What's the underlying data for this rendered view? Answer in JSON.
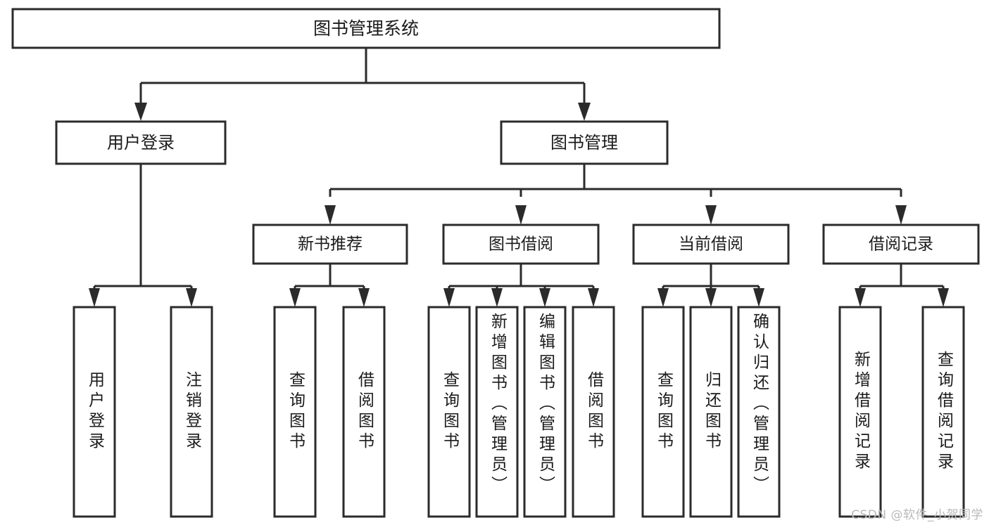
{
  "diagram": {
    "title": "图书管理系统",
    "watermark": "CSDN @软件_小贺同学",
    "colors": {
      "stroke": "#2b2b2b",
      "fill": "#ffffff",
      "background": "#ffffff",
      "watermark": "#b9b9b9"
    },
    "root": {
      "label": "图书管理系统"
    },
    "level1": [
      {
        "label": "用户登录"
      },
      {
        "label": "图书管理"
      }
    ],
    "level2": [
      {
        "label": "新书推荐"
      },
      {
        "label": "图书借阅"
      },
      {
        "label": "当前借阅"
      },
      {
        "label": "借阅记录"
      }
    ],
    "leaves": {
      "user_login": [
        {
          "label": "用户登录"
        },
        {
          "label": "注销登录"
        }
      ],
      "new_book_recommend": [
        {
          "label": "查询图书"
        },
        {
          "label": "借阅图书"
        }
      ],
      "book_borrow": [
        {
          "label": "查询图书"
        },
        {
          "label": "新增图书（管理员）"
        },
        {
          "label": "编辑图书（管理员）"
        },
        {
          "label": "借阅图书"
        }
      ],
      "current_borrow": [
        {
          "label": "查询图书"
        },
        {
          "label": "归还图书"
        },
        {
          "label": "确认归还（管理员）"
        }
      ],
      "borrow_record": [
        {
          "label": "新增借阅记录"
        },
        {
          "label": "查询借阅记录"
        }
      ]
    }
  }
}
